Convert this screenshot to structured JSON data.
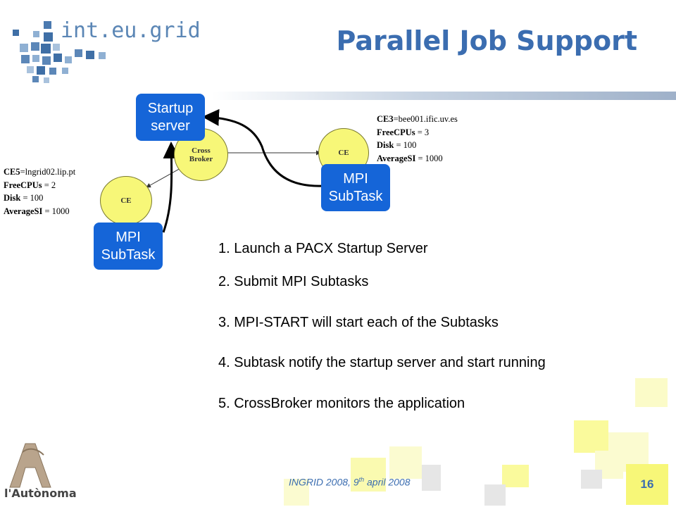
{
  "header": {
    "logo_text": "int.eu.grid",
    "title": "Parallel Job Support"
  },
  "diagram": {
    "startup_server": [
      "Startup",
      "server"
    ],
    "cross_broker": [
      "Cross",
      "Broker"
    ],
    "ce_left": "CE",
    "ce_right": "CE",
    "subtask_left": [
      "MPI",
      "SubTask"
    ],
    "subtask_right": [
      "MPI",
      "SubTask"
    ],
    "ce5": {
      "name_label": "CE5",
      "name_value": "=lngrid02.lip.pt",
      "cpus_label": "FreeCPUs",
      "cpus_value": " = 2",
      "disk_label": "Disk",
      "disk_value": " = 100",
      "si_label": "AverageSI",
      "si_value": " = 1000"
    },
    "ce3": {
      "name_label": "CE3",
      "name_value": "=bee001.ific.uv.es",
      "cpus_label": "FreeCPUs",
      "cpus_value": " = 3",
      "disk_label": "Disk",
      "disk_value": " = 100",
      "si_label": "AverageSI",
      "si_value": " = 1000"
    }
  },
  "steps": [
    "1. Launch a PACX Startup Server",
    "2. Submit MPI Subtasks",
    "3. MPI-START will start each of the Subtasks",
    "4. Subtask notify the startup server and start running",
    "5. CrossBroker monitors the application"
  ],
  "footer": {
    "event": "INGRID 2008, 9",
    "event_sup": "th",
    "event_rest": " april 2008",
    "page_number": "16",
    "university": "l'Autònoma"
  },
  "colors": {
    "accent_blue": "#3b6db0",
    "box_blue": "#1565d8",
    "yellow": "#f7f778"
  }
}
